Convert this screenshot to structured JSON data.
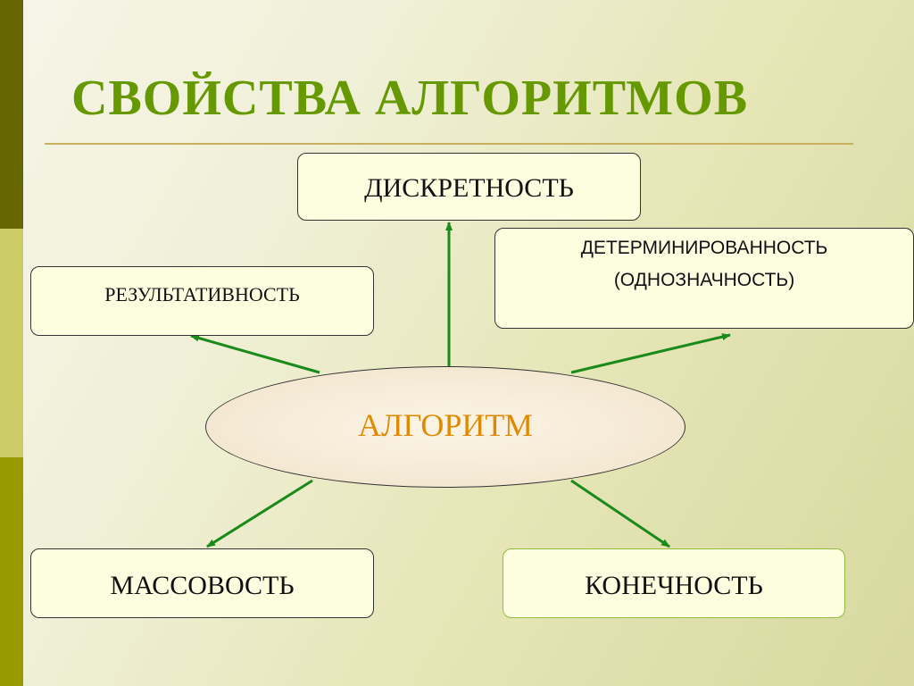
{
  "title": "СВОЙСТВА АЛГОРИТМОВ",
  "center": "АЛГОРИТМ",
  "properties": {
    "discreteness": "ДИСКРЕТНОСТЬ",
    "determinism_line1": "ДЕТЕРМИНИРОВАННОСТЬ",
    "determinism_line2": "(ОДНОЗНАЧНОСТЬ)",
    "effectiveness": "РЕЗУЛЬТАТИВНОСТЬ",
    "mass_character": "МАССОВОСТЬ",
    "finiteness": "КОНЕЧНОСТЬ"
  },
  "colors": {
    "title": "#669900",
    "center_text": "#e08a00",
    "arrows": "#1a8a1a",
    "box_fill": "#fdfde0"
  }
}
